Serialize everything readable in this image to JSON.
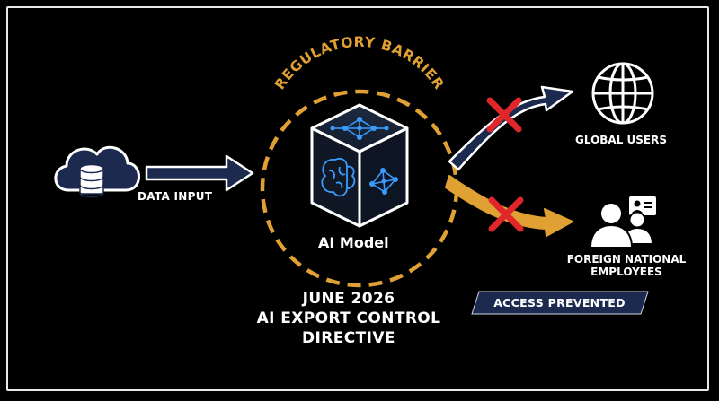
{
  "labels": {
    "barrier": "REGULATORY BARRIER",
    "data_input": "DATA INPUT",
    "ai_model": "AI Model",
    "global_users": "GLOBAL USERS",
    "foreign_line1": "FOREIGN NATIONAL",
    "foreign_line2": "EMPLOYEES",
    "directive_line1": "JUNE 2026",
    "directive_line2": "AI EXPORT CONTROL",
    "directive_line3": "DIRECTIVE",
    "access": "ACCESS PREVENTED"
  },
  "colors": {
    "background": "#000000",
    "frame": "#e9e9e9",
    "navy": "#1b2a4e",
    "orange": "#e1a033",
    "neon_blue": "#3a9bff",
    "block_red": "#e0262a",
    "white": "#ffffff"
  },
  "icons": {
    "source": "cloud-database-icon",
    "model": "neural-network-cube-icon",
    "global": "globe-icon",
    "employees": "people-with-id-badge-icon",
    "blocked": "red-x-icon"
  }
}
